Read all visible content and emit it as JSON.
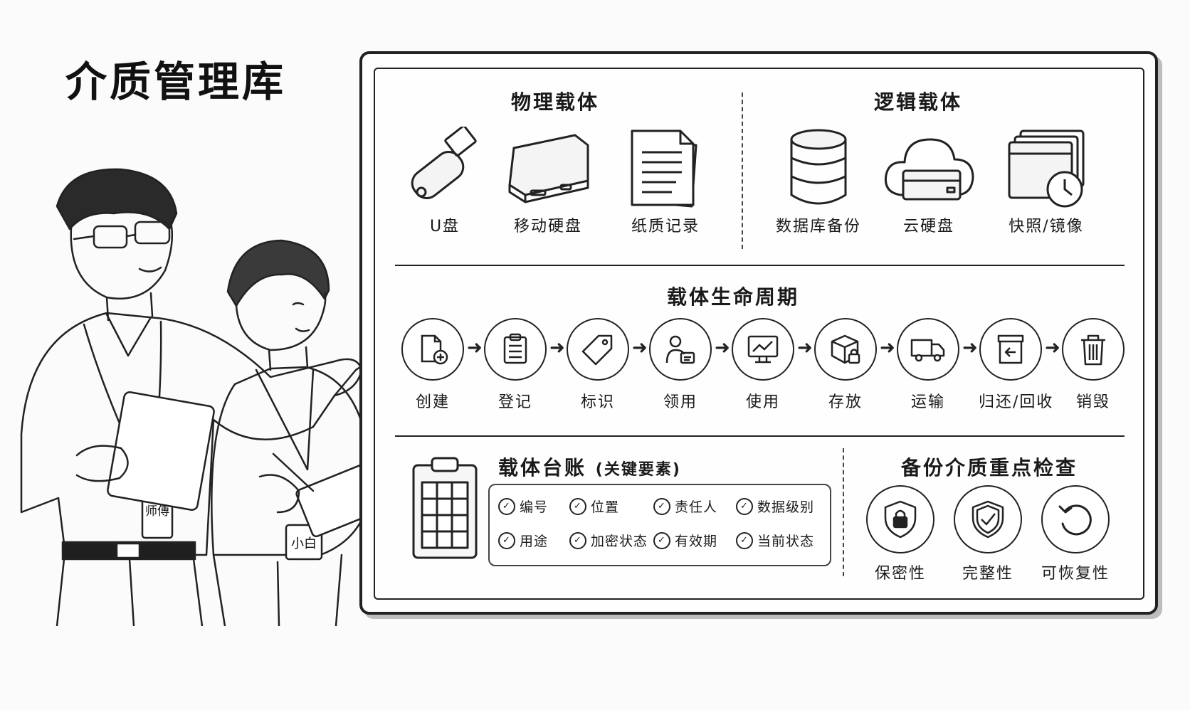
{
  "page_title": "介质管理库",
  "physical": {
    "title": "物理载体",
    "items": [
      {
        "label": "U盘",
        "icon": "usb-drive-icon"
      },
      {
        "label": "移动硬盘",
        "icon": "portable-hard-drive-icon"
      },
      {
        "label": "纸质记录",
        "icon": "paper-document-icon"
      }
    ]
  },
  "logical": {
    "title": "逻辑载体",
    "items": [
      {
        "label": "数据库备份",
        "icon": "database-icon"
      },
      {
        "label": "云硬盘",
        "icon": "cloud-drive-icon"
      },
      {
        "label": "快照/镜像",
        "icon": "snapshot-clock-icon"
      }
    ]
  },
  "lifecycle": {
    "title": "载体生命周期",
    "stages": [
      {
        "label": "创建",
        "icon": "create-file-icon"
      },
      {
        "label": "登记",
        "icon": "clipboard-list-icon"
      },
      {
        "label": "标识",
        "icon": "tag-icon"
      },
      {
        "label": "领用",
        "icon": "user-receive-icon"
      },
      {
        "label": "使用",
        "icon": "monitor-chart-icon"
      },
      {
        "label": "存放",
        "icon": "box-lock-icon"
      },
      {
        "label": "运输",
        "icon": "truck-icon"
      },
      {
        "label": "归还/回收",
        "icon": "return-box-icon"
      },
      {
        "label": "销毁",
        "icon": "trash-icon"
      }
    ]
  },
  "ledger": {
    "title": "载体台账",
    "subtitle": "(关键要素)",
    "fields": [
      "编号",
      "位置",
      "责任人",
      "数据级别",
      "用途",
      "加密状态",
      "有效期",
      "当前状态"
    ]
  },
  "backup_check": {
    "title": "备份介质重点检查",
    "items": [
      {
        "label": "保密性",
        "icon": "shield-lock-icon"
      },
      {
        "label": "完整性",
        "icon": "shield-check-icon"
      },
      {
        "label": "可恢复性",
        "icon": "restore-arrow-icon"
      }
    ]
  },
  "badges": {
    "master": "师傅",
    "apprentice": "小白"
  }
}
